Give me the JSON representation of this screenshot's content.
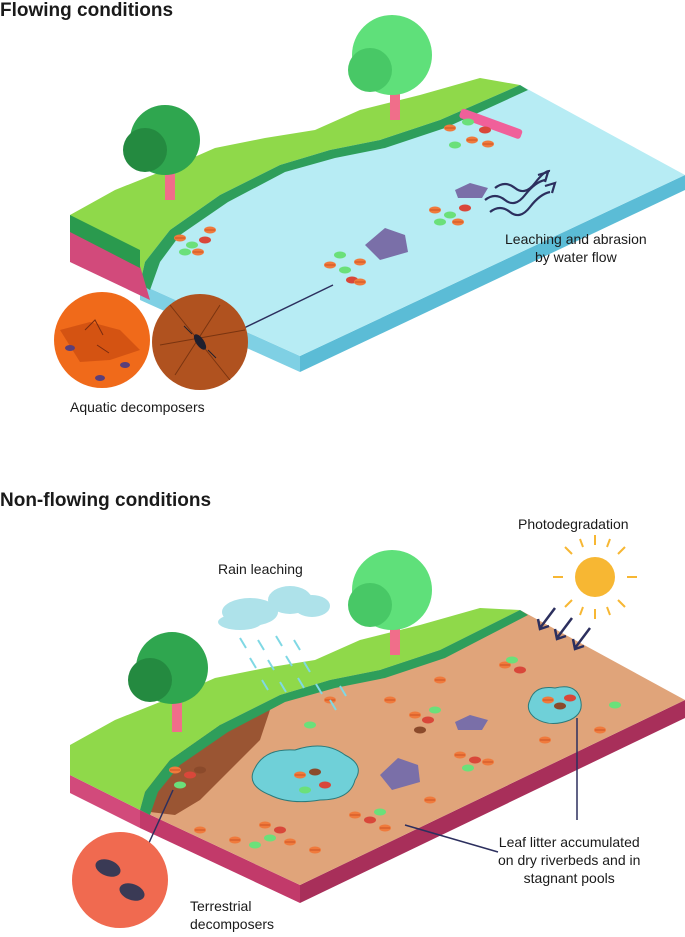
{
  "panels": {
    "flowing": {
      "title": "Flowing conditions",
      "label_leaching": [
        "Leaching and abrasion",
        "by water flow"
      ],
      "label_decomposers": "Aquatic decomposers"
    },
    "non_flowing": {
      "title": "Non-flowing conditions",
      "label_photodegradation": "Photodegradation",
      "label_rain": "Rain leaching",
      "label_litter": [
        "Leaf litter accumulated",
        "on dry riverbeds and in",
        "stagnant pools"
      ],
      "label_decomposers": [
        "Terrestrial",
        "decomposers"
      ]
    }
  },
  "colors": {
    "grass": "#8fd94a",
    "bank": "#2e9e5b",
    "water": "#b7ecf4",
    "dry_bed": "#e0a47a",
    "soil_side": "#b53a6a",
    "tree": "#2fa64f",
    "sun": "#f7b733",
    "arrow": "#2c2f5e"
  },
  "icons": [
    "tree-icon",
    "rock-icon",
    "leaf-icon",
    "sun-icon",
    "cloud-icon",
    "flow-arrow-icon",
    "insect-icon",
    "isopod-icon"
  ]
}
